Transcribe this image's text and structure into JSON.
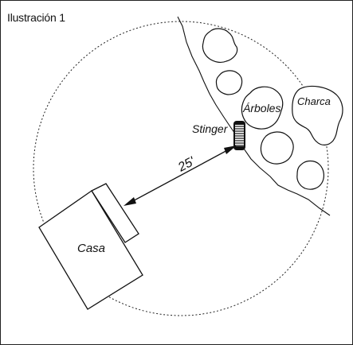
{
  "figure": {
    "title": "Ilustración 1",
    "labels": {
      "distance": "25'",
      "device": "Stinger",
      "trees": "Árboles",
      "pond": "Charca",
      "house": "Casa"
    }
  }
}
